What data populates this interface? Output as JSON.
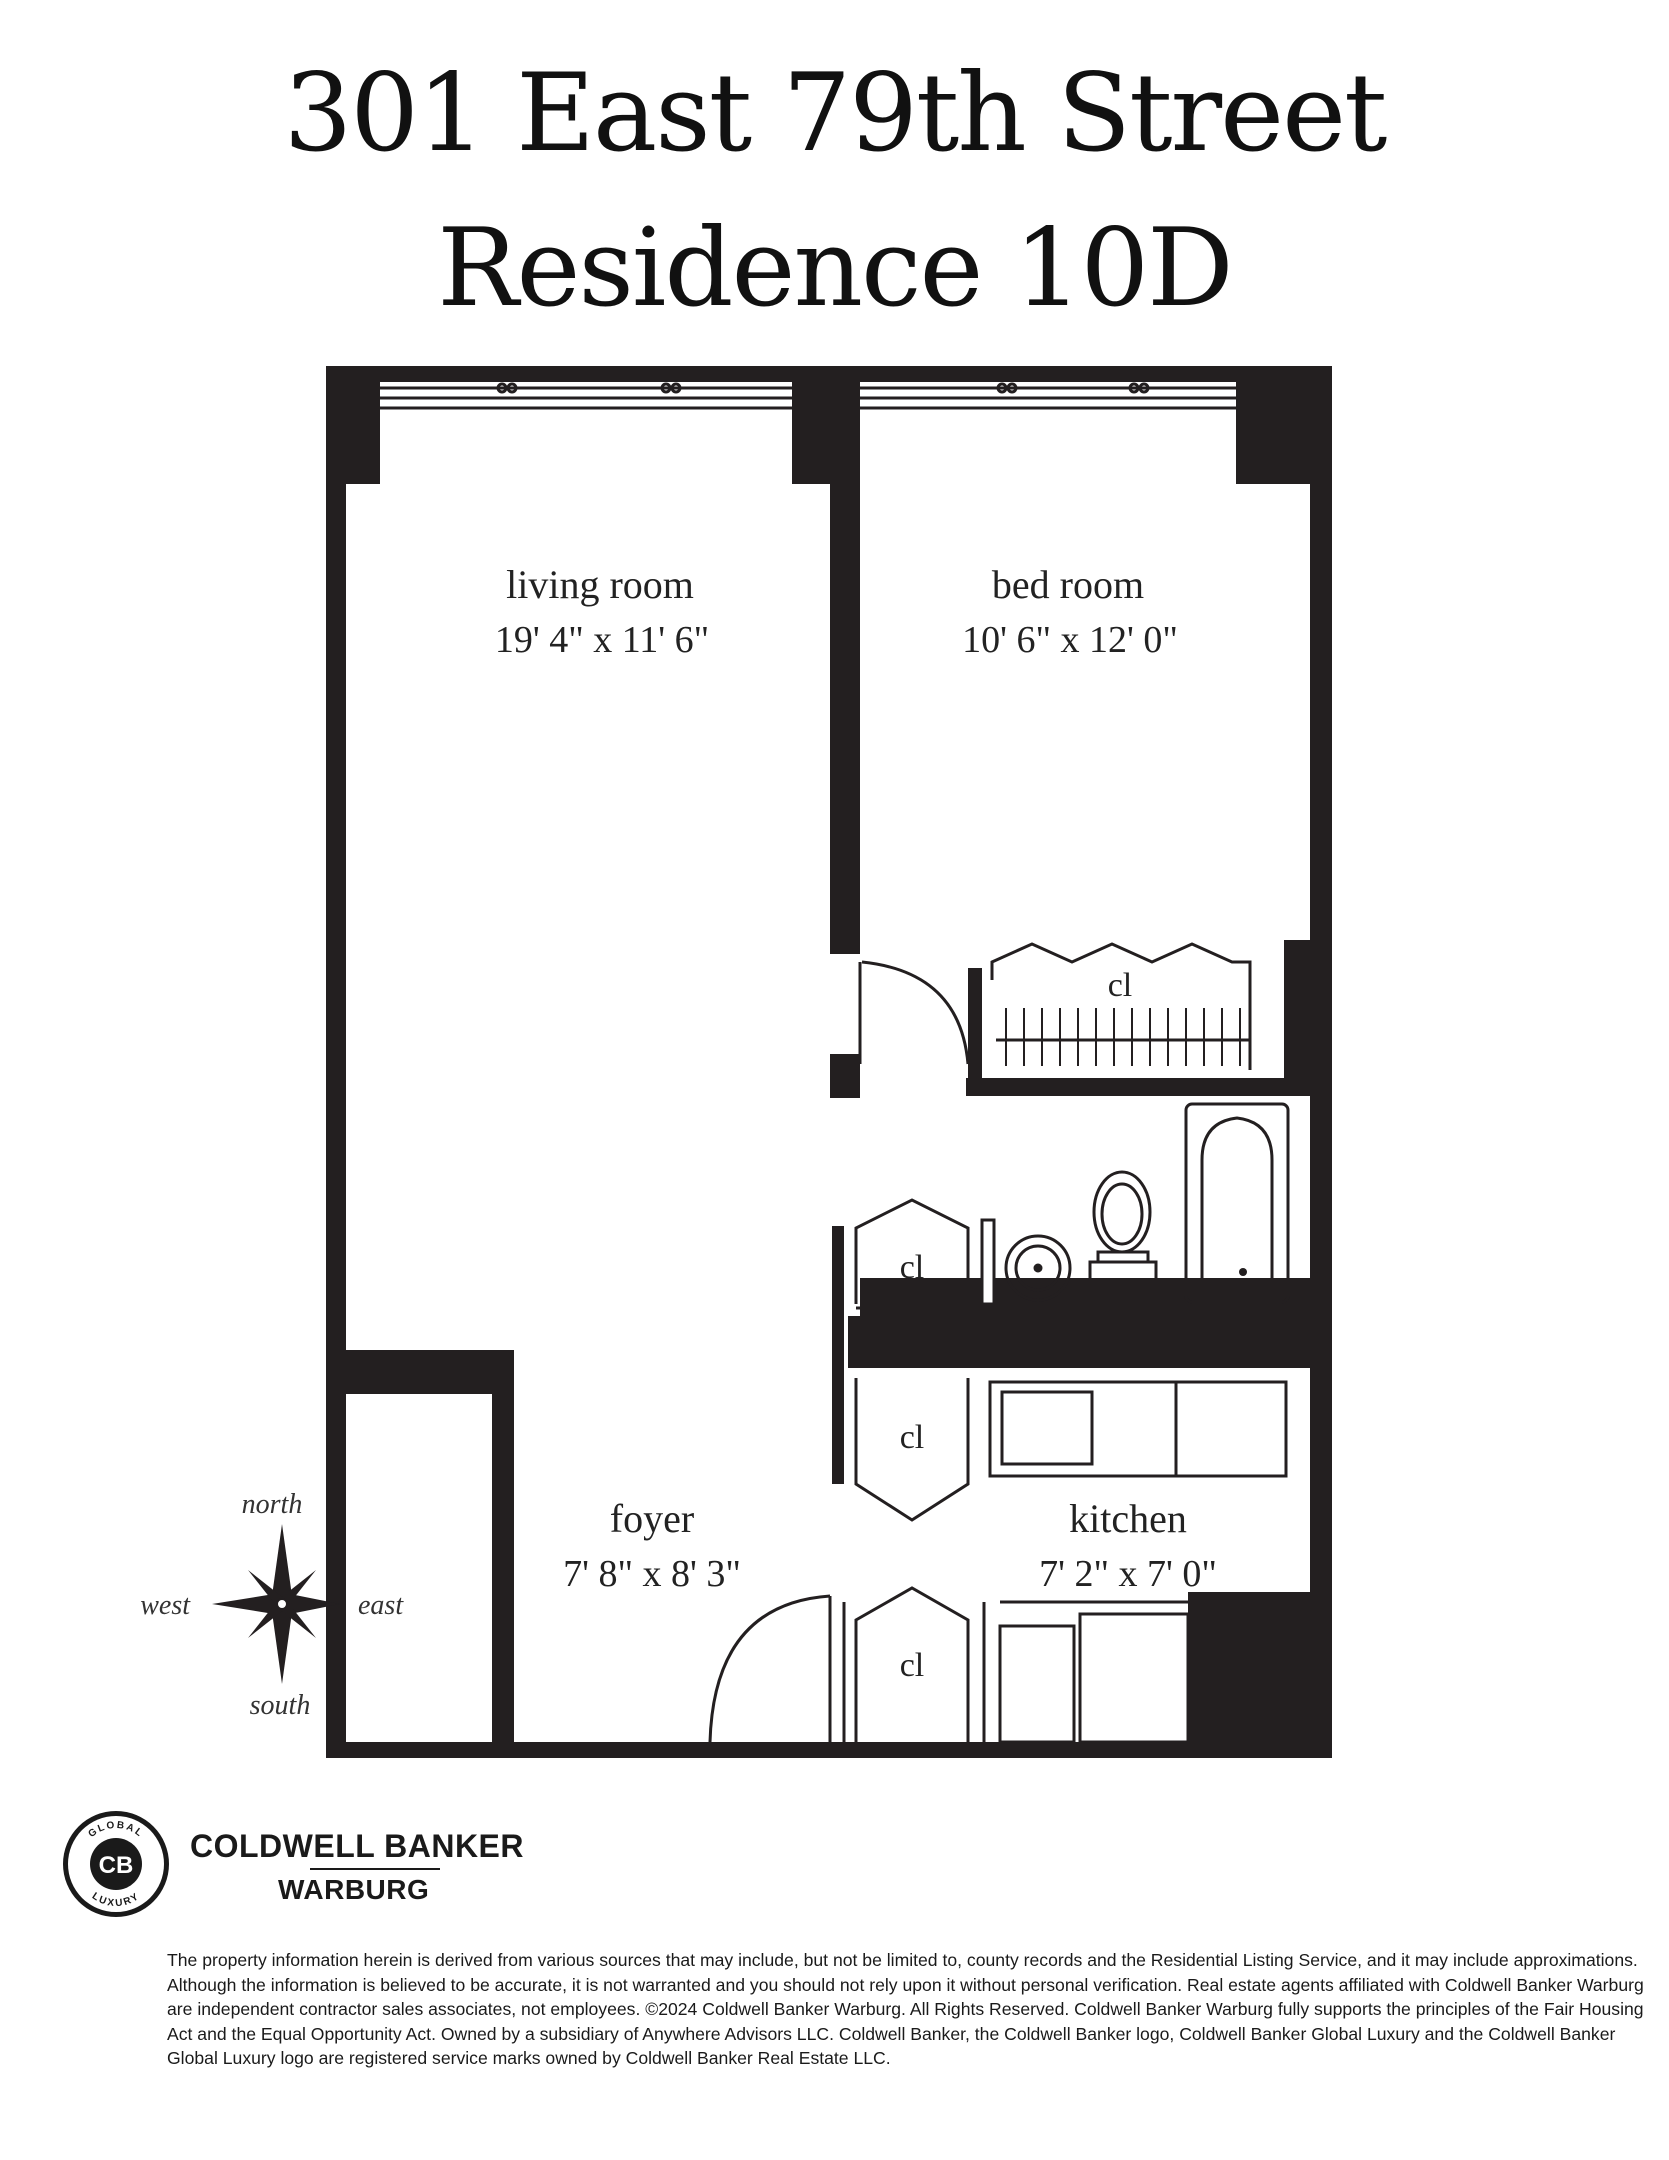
{
  "header": {
    "title": "301 East 79th Street",
    "subtitle": "Residence 10D"
  },
  "rooms": {
    "living": {
      "name": "living room",
      "dims": "19' 4\" x 11' 6\""
    },
    "bedroom": {
      "name": "bed room",
      "dims": "10' 6\" x 12' 0\""
    },
    "foyer": {
      "name": "foyer",
      "dims": "7' 8\" x 8' 3\""
    },
    "kitchen": {
      "name": "kitchen",
      "dims": "7' 2\" x 7' 0\""
    },
    "closet_label": "cl"
  },
  "compass": {
    "north": "north",
    "south": "south",
    "east": "east",
    "west": "west"
  },
  "branding": {
    "line1": "COLDWELL BANKER",
    "line2": "WARBURG",
    "seal_top": "GLOBAL",
    "seal_bottom": "LUXURY",
    "seal_mark": "CB"
  },
  "disclaimer": "The property information herein is derived from various sources that may include, but not be limited to, county records and the Residential Listing Service, and it may include approximations. Although the information is believed to be accurate, it is not warranted and you should not rely upon it without personal verification. Real estate agents affiliated with Coldwell Banker Warburg are independent contractor sales associates, not employees. ©2024 Coldwell Banker Warburg. All Rights Reserved. Coldwell Banker Warburg fully supports the principles of the Fair Housing Act and the Equal Opportunity Act. Owned by a subsidiary of Anywhere Advisors LLC. Coldwell Banker, the Coldwell Banker logo, Coldwell Banker Global Luxury and the Coldwell Banker Global Luxury logo are registered service marks owned by Coldwell Banker Real Estate LLC.",
  "colors": {
    "wall": "#231f20",
    "background": "#ffffff"
  }
}
